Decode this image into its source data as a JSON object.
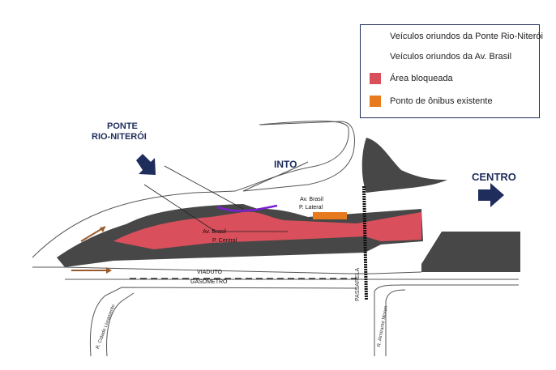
{
  "legend": {
    "items": [
      {
        "label": "Veículos oriundos da Ponte Rio-Niterói",
        "icon": "arrow-icon",
        "color": "#7b1fd1"
      },
      {
        "label": "Veículos oriundos da Av. Brasil",
        "icon": "arrow-icon",
        "color": "#9a5a2a"
      },
      {
        "label": "Área bloqueada",
        "icon": "red-swatch",
        "color": "#d9505c"
      },
      {
        "label": "Ponto de ônibus existente",
        "icon": "orange-swatch",
        "color": "#e87a1e"
      }
    ]
  },
  "labels": {
    "ponte_line1": "PONTE",
    "ponte_line2": "RIO-NITERÓI",
    "into": "INTO",
    "centro": "CENTRO",
    "av_brasil_lateral_1": "Av. Brasil",
    "av_brasil_lateral_2": "P. Lateral",
    "av_brasil_central_1": "Av. Brasil",
    "av_brasil_central_2": "P. Central",
    "viaduto_1": "VIADUTO",
    "viaduto_2": "GASÔMETRO",
    "passarela": "PASSARELA",
    "street_left": "R. Cidade Livramento",
    "street_right": "R. Almirante Moron"
  },
  "colors": {
    "road": "#474747",
    "blocked": "#d9505c",
    "bus_stop": "#e87a1e",
    "arrow_blue": "#1f2d5c",
    "arrow_brown": "#9a5a2a",
    "purple": "#7b1fd1"
  }
}
